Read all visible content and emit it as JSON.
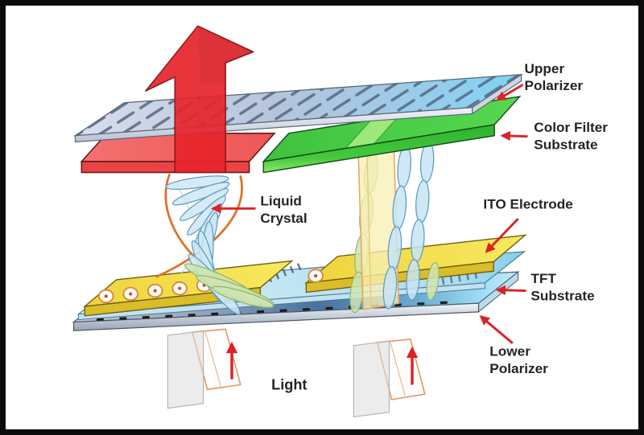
{
  "figure": {
    "type": "lcd-structure-diagram",
    "labels": {
      "upper_polarizer": {
        "line1": "Upper",
        "line2": "Polarizer"
      },
      "color_filter": {
        "line1": "Color Filter",
        "line2": "Substrate"
      },
      "liquid_crystal": {
        "line1": "Liquid",
        "line2": "Crystal"
      },
      "ito_electrode": {
        "text": "ITO Electrode"
      },
      "tft_substrate": {
        "line1": "TFT",
        "line2": "Substrate"
      },
      "lower_polarizer": {
        "line1": "Lower",
        "line2": "Polarizer"
      },
      "light": {
        "text": "Light"
      }
    },
    "colors": {
      "arrow_red": "#e6242b",
      "label_arrow_red": "#dd2222",
      "filter_red": "#f26060",
      "filter_green": "#46cc46",
      "electrode_yellow": "#f2dd4e",
      "upper_polarizer_blue": "#8fd2f2",
      "lower_polarizer_blue": "#4a7ab0",
      "lc_blue": "#c7e4f4",
      "lc_green": "#cde3b0",
      "beam_yellow": "#f8efb5",
      "twist_orange": "#e07028",
      "label_text": "#242424",
      "frame_black": "#0b0b0b",
      "background": "#ffffff"
    }
  }
}
